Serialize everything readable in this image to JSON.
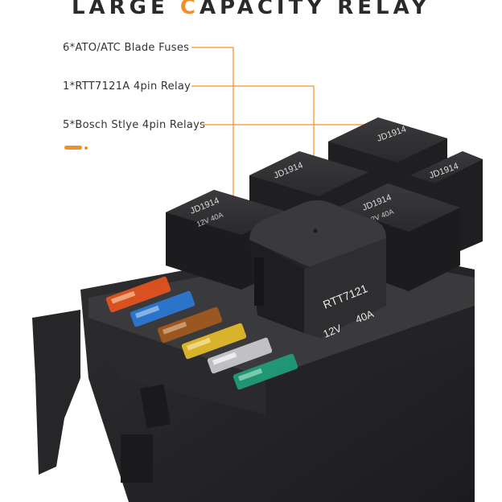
{
  "header": {
    "title_part1": "LARGE ",
    "title_accent": "C",
    "title_part2": "APACITY RELAY"
  },
  "callouts": [
    {
      "label": "6*ATO/ATC Blade Fuses"
    },
    {
      "label": "1*RTT7121A 4pin Relay"
    },
    {
      "label": "5*Bosch Stlye 4pin Relays"
    }
  ],
  "relays": {
    "jd_model": "JD1914",
    "jd_rating": "12V 40A",
    "rtt_model": "RTT7121",
    "rtt_voltage": "12V",
    "rtt_current": "40A"
  },
  "colors": {
    "accent": "#f0902a",
    "housing": "#2c2c2e",
    "fuse_colors": [
      "#e8541f",
      "#2a7ad6",
      "#a35a1e",
      "#e2b92a",
      "#cfcfd4",
      "#1f9e7a"
    ]
  }
}
